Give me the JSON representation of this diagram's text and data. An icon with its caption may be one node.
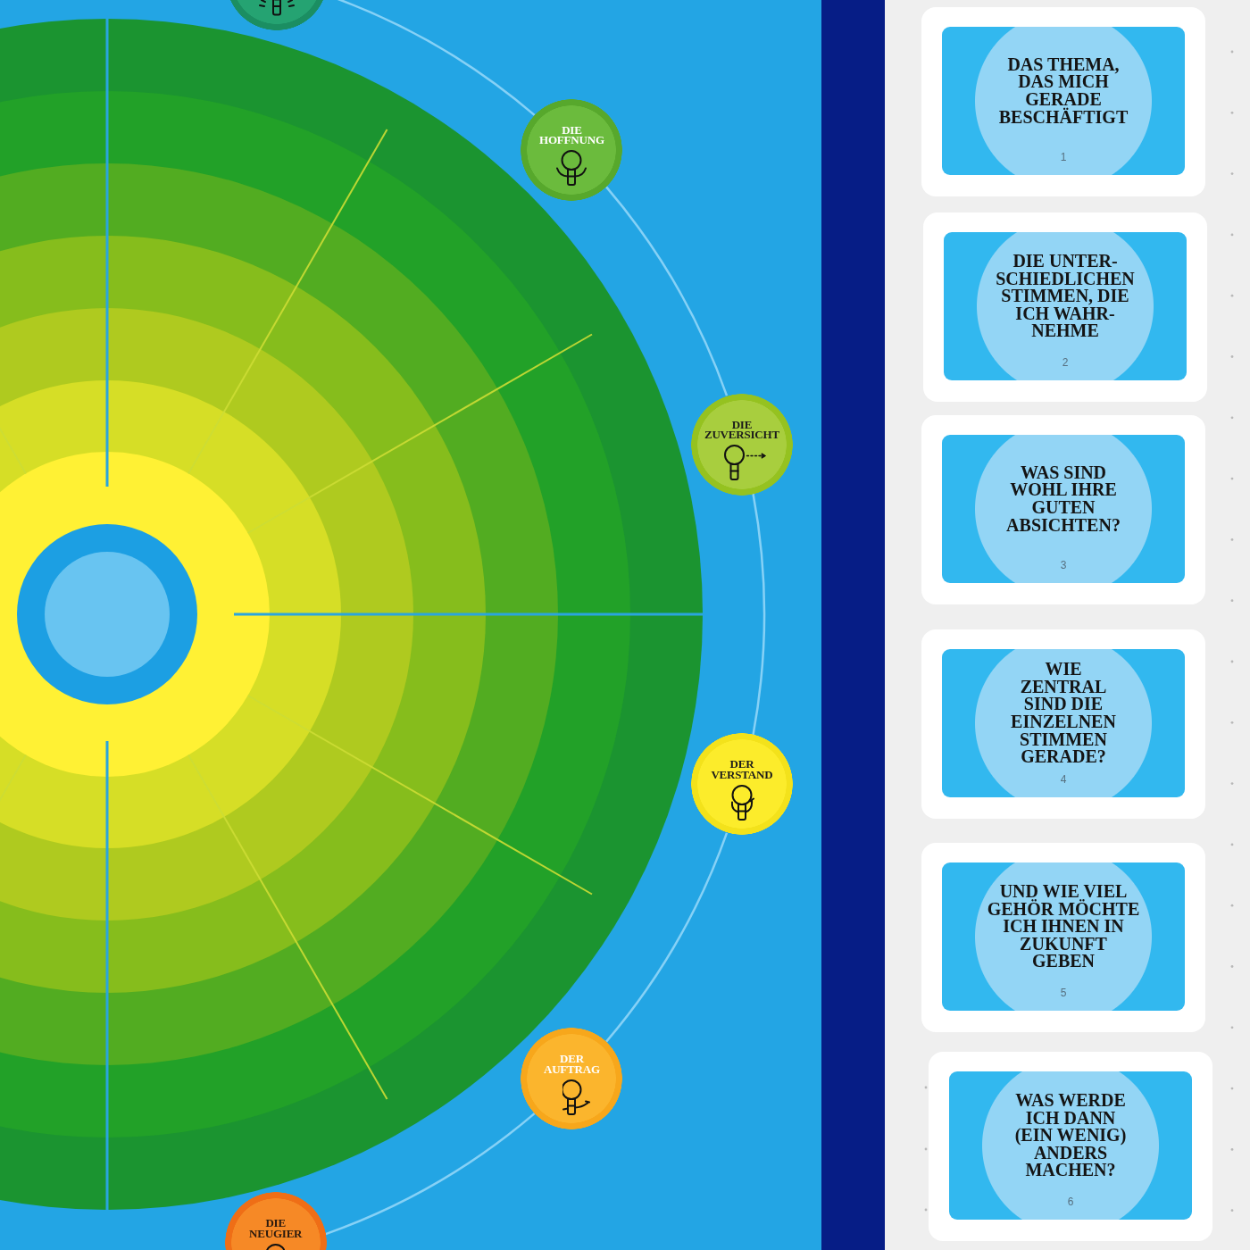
{
  "diagram": {
    "nodes": [
      {
        "text": [],
        "shape": "circle"
      },
      {
        "text": [
          "DIE HOFFNUNG"
        ]
      },
      {
        "text": [
          "DIE ZUVERSICHT"
        ]
      },
      {
        "text": [
          "DER VERSTAND"
        ]
      },
      {
        "text": [
          "DER AUFTRAG"
        ]
      },
      {
        "text": [
          "DIE NEUGIER"
        ]
      },
      {
        "text": [
          "DAS THEMA, DAS MICH GERADE BESCHÄFTIGT",
          "1"
        ]
      },
      {
        "text": [
          "DIE UNTER- SCHIEDLICHEN STIMMEN, DIE ICH WAHR- NEHME",
          "2"
        ]
      },
      {
        "text": [
          "WAS SIND WOHL IHRE GUTEN ABSICHTEN?",
          "3"
        ]
      },
      {
        "text": [
          "WIE ZENTRAL SIND DIE EINZELNEN STIMMEN GERADE?",
          "4"
        ]
      },
      {
        "text": [
          "UND WIE VIEL GEHÖR MÖCHTE ICH IHNEN IN ZUKUNFT GEBEN",
          "5"
        ]
      },
      {
        "text": [
          "WAS WERDE ICH DANN (EIN WENIG) ANDERS MACHEN?",
          "6"
        ]
      }
    ],
    "edges": [
      {
        "from": 0,
        "to": 1,
        "arrow": "none"
      },
      {
        "from": 1,
        "to": 2,
        "arrow": "none"
      },
      {
        "from": 2,
        "to": 3,
        "arrow": "none"
      },
      {
        "from": 3,
        "to": 4,
        "arrow": "none"
      },
      {
        "from": 4,
        "to": 5,
        "arrow": "none"
      }
    ]
  }
}
